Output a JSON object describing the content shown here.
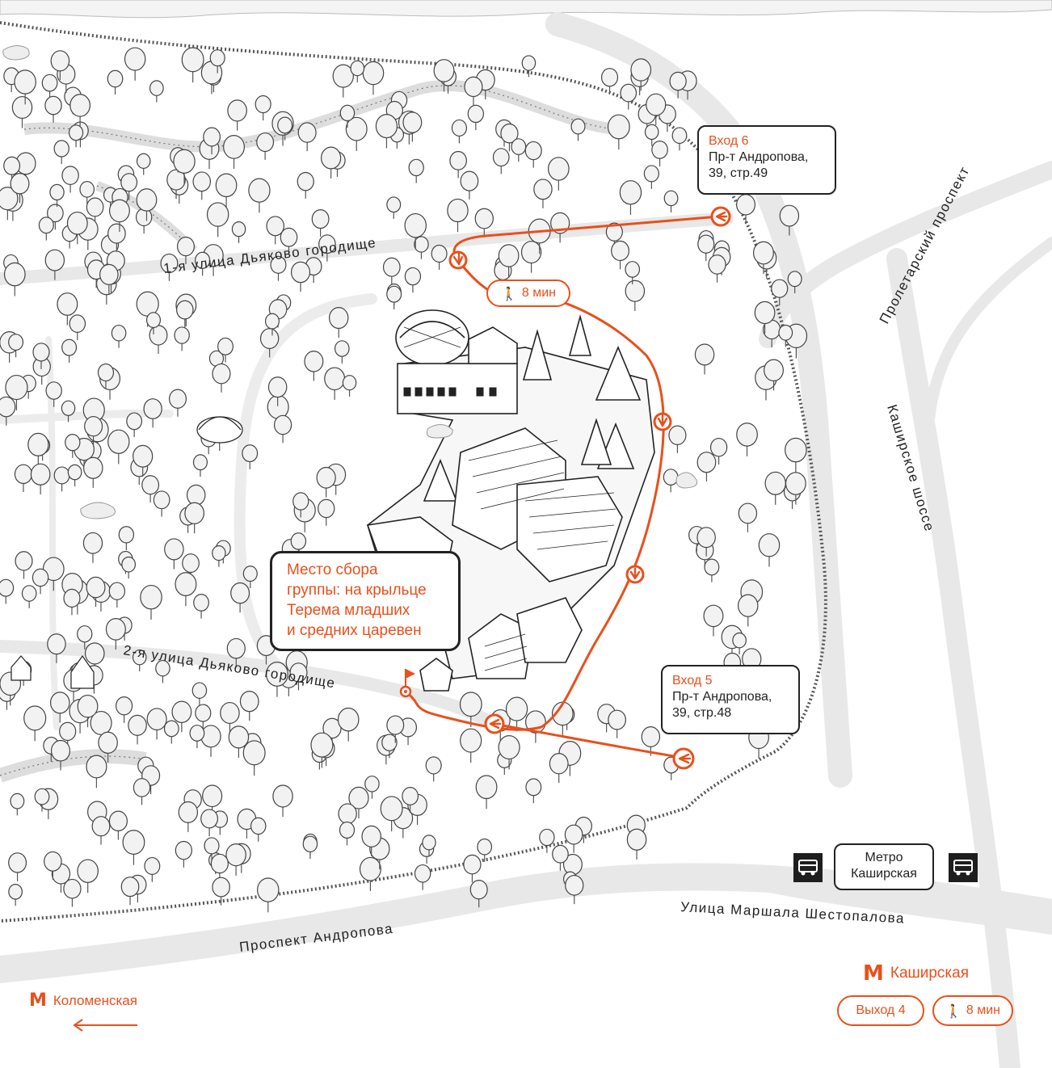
{
  "streets": {
    "street1": "1-я улица Дьяково городище",
    "street2": "2-я улица Дьяково городище",
    "proletarsky": "Пролетарский проспект",
    "kashirskoe": "Каширское шоссе",
    "shestopalova": "Улица Маршала Шестопалова",
    "andropova": "Проспект Андропова"
  },
  "entrance6": {
    "title": "Вход 6",
    "line1": "Пр-т Андропова,",
    "line2": "39, стр.49"
  },
  "entrance5": {
    "title": "Вход 5",
    "line1": "Пр-т Андропова,",
    "line2": "39, стр.48"
  },
  "meeting": {
    "line1": "Место сбора",
    "line2": "группы: на крыльце",
    "line3": "Терема младших",
    "line4": "и средних царевен"
  },
  "walk_route": {
    "label": "8 мин"
  },
  "bus_stop": {
    "line1": "Метро",
    "line2": "Каширская"
  },
  "metro_kashirskaya": {
    "symbol": "М",
    "name": "Каширская",
    "exit_label": "Выход 4",
    "walk_label": "8 мин"
  },
  "metro_kolomenskaya": {
    "symbol": "М",
    "name": "Коломенская"
  },
  "colors": {
    "accent": "#e8501c",
    "ink": "#222222",
    "road": "#e6e6e6",
    "tree": "#f2f2f2"
  },
  "icons": {
    "walk": "walk-icon",
    "bus": "bus-icon",
    "metro": "metro-logo-icon",
    "arrow": "route-arrow-icon",
    "flag": "meeting-flag-icon"
  }
}
